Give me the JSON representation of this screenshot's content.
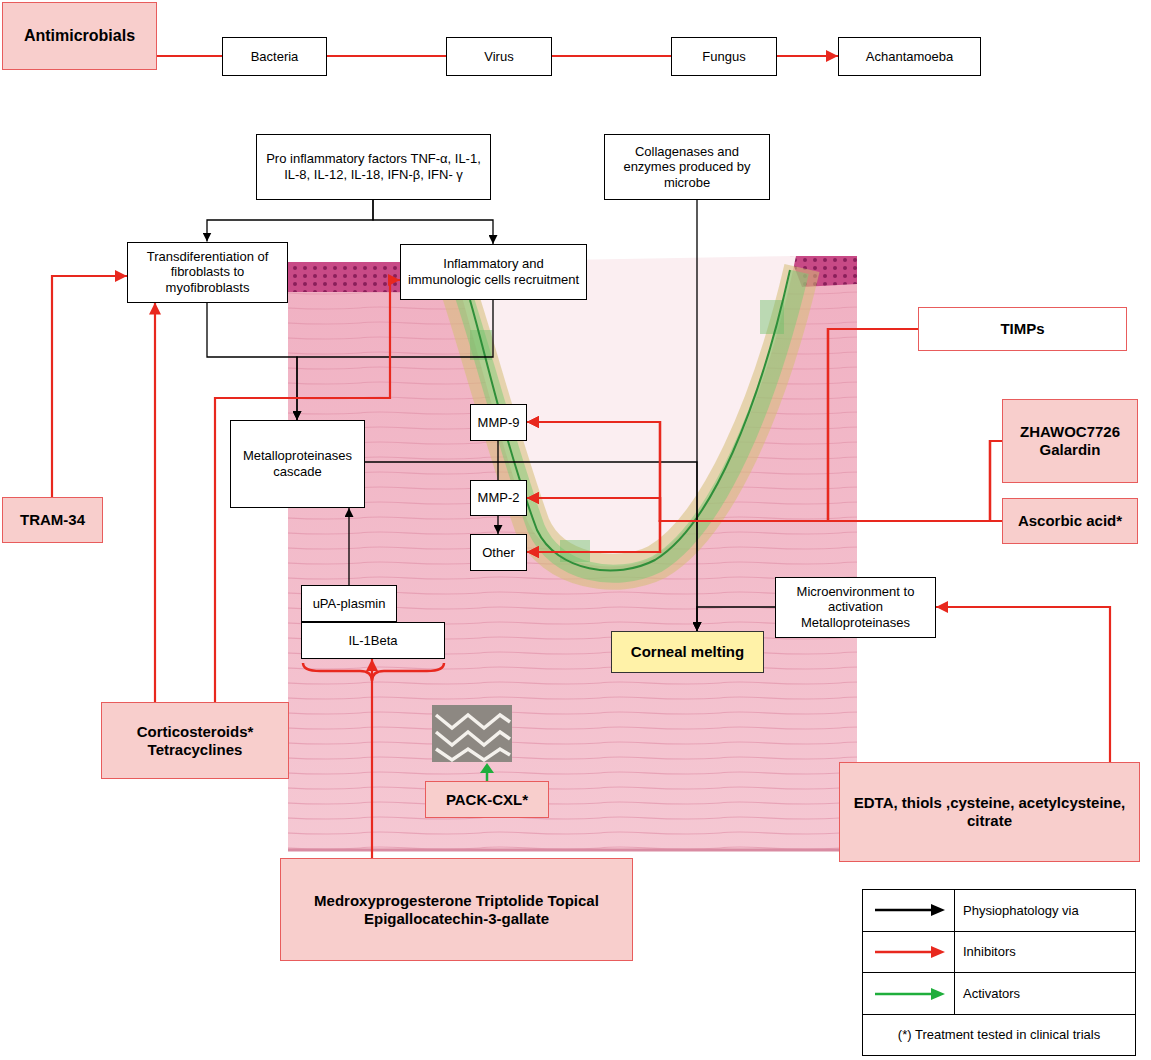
{
  "diagram": {
    "nodes": [
      {
        "text": [
          "Antimicrobials"
        ]
      },
      {
        "text": [
          "Bacteria"
        ]
      },
      {
        "text": [
          "Virus"
        ]
      },
      {
        "text": [
          "Fungus"
        ]
      },
      {
        "text": [
          "Achantamoeba"
        ]
      },
      {
        "text": [
          "Pro inflammatory factors TNF-α, IL-1, IL-8, IL-12, IL-18, IFN-β, IFN- γ"
        ]
      },
      {
        "text": [
          "Collagenases and enzymes produced by microbe"
        ]
      },
      {
        "text": [
          "Transdiferentiation of fibroblasts to myofibroblasts"
        ]
      },
      {
        "text": [
          "Inflammatory and immunologic cells recruitment"
        ]
      },
      {
        "text": [
          "TIMPs"
        ]
      },
      {
        "text": [
          "Metalloproteinases cascade"
        ]
      },
      {
        "text": [
          "MMP-9"
        ]
      },
      {
        "text": [
          "MMP-2"
        ]
      },
      {
        "text": [
          "Other"
        ]
      },
      {
        "text": [
          "ZHAWOC7726 Galardin"
        ]
      },
      {
        "text": [
          "Ascorbic acid*"
        ]
      },
      {
        "text": [
          "TRAM-34"
        ]
      },
      {
        "text": [
          "uPA-plasmin"
        ]
      },
      {
        "text": [
          "IL-1Beta"
        ]
      },
      {
        "text": [
          "Microenvironment to activation Metalloproteinases"
        ]
      },
      {
        "text": [
          "Corneal melting"
        ]
      },
      {
        "text": [
          "Corticosteroids* Tetracyclines"
        ]
      },
      {
        "text": [
          "PACK-CXL*"
        ]
      },
      {
        "text": [
          "EDTA, thiols ,cysteine, acetylcysteine, citrate"
        ]
      },
      {
        "text": [
          "Medroxyprogesterone Triptolide Topical Epigallocatechin-3-gallate"
        ]
      }
    ],
    "edges": [
      {
        "from": 0,
        "to": 1,
        "arrow": "none"
      },
      {
        "from": 1,
        "to": 2,
        "arrow": "none"
      },
      {
        "from": 2,
        "to": 3,
        "arrow": "none"
      },
      {
        "from": 3,
        "to": 4,
        "arrow": "to"
      },
      {
        "from": 5,
        "to": 7,
        "arrow": "to"
      },
      {
        "from": 5,
        "to": 8,
        "arrow": "to"
      },
      {
        "from": 7,
        "to": 10,
        "arrow": "to"
      },
      {
        "from": 8,
        "to": 10,
        "arrow": "to"
      },
      {
        "from": 10,
        "to": 20,
        "arrow": "to"
      },
      {
        "from": 11,
        "to": 12,
        "arrow": "none"
      },
      {
        "from": 12,
        "to": 13,
        "arrow": "to"
      },
      {
        "from": 6,
        "to": 20,
        "arrow": "to"
      },
      {
        "from": 17,
        "to": 10,
        "arrow": "to"
      },
      {
        "from": 19,
        "to": 20,
        "arrow": "to"
      },
      {
        "from": 16,
        "to": 7,
        "arrow": "to"
      },
      {
        "from": 21,
        "to": 7,
        "arrow": "to"
      },
      {
        "from": 21,
        "to": 8,
        "arrow": "to"
      },
      {
        "from": 24,
        "to": 18,
        "arrow": "to"
      },
      {
        "from": 23,
        "to": 19,
        "arrow": "to"
      },
      {
        "from": 9,
        "to": 11,
        "arrow": "to"
      },
      {
        "from": 9,
        "to": 12,
        "arrow": "to"
      },
      {
        "from": 9,
        "to": 13,
        "arrow": "to"
      },
      {
        "from": 14,
        "to": 11,
        "arrow": "to"
      },
      {
        "from": 14,
        "to": 12,
        "arrow": "to"
      },
      {
        "from": 14,
        "to": 13,
        "arrow": "to"
      },
      {
        "from": 15,
        "to": 11,
        "arrow": "to"
      },
      {
        "from": 15,
        "to": 12,
        "arrow": "to"
      },
      {
        "from": 15,
        "to": 13,
        "arrow": "to"
      }
    ],
    "legend": [
      {
        "text": "Physiophatology via"
      },
      {
        "text": "Inhibitors"
      },
      {
        "text": "Activators"
      },
      {
        "text": "(*) Treatment tested in clinical trials"
      }
    ]
  }
}
